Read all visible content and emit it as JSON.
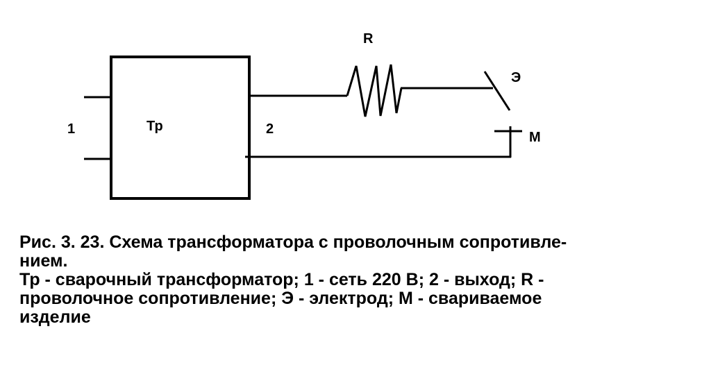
{
  "diagram": {
    "labels": {
      "transformer": "Тр",
      "input": "1",
      "output": "2",
      "resistor": "R",
      "electrode": "Э",
      "workpiece": "М"
    },
    "stroke_color": "#000000"
  },
  "caption": {
    "lines": [
      "Рис. 3. 23. Схема трансформатора с проволочным сопротивле-",
      "нием.",
      "Тр - сварочный трансформатор; 1 - сеть 220 В; 2 - выход; R -",
      "проволочное сопротивление; Э - электрод; М - свариваемое",
      "изделие"
    ]
  }
}
